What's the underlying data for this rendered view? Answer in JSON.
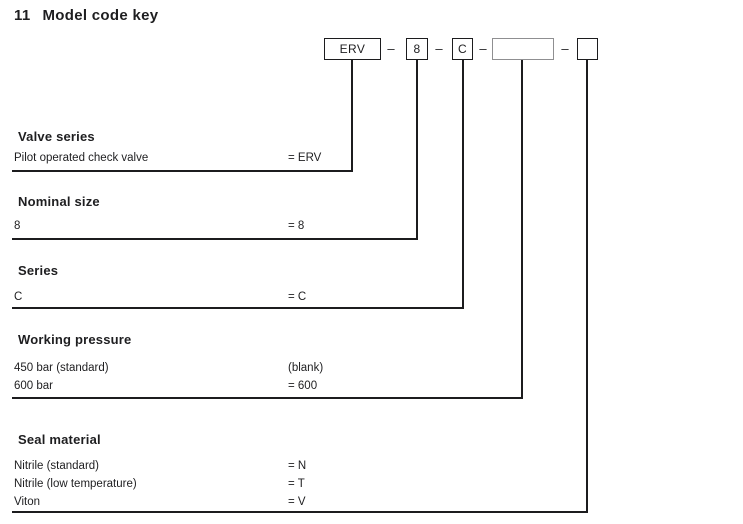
{
  "page": {
    "section_number": "11",
    "title": "Model code key"
  },
  "model_code": {
    "separator": "–",
    "boxes": [
      {
        "name": "valve-series",
        "label": "ERV",
        "filled": true
      },
      {
        "name": "nominal-size",
        "label": "8",
        "filled": true
      },
      {
        "name": "series",
        "label": "C",
        "filled": true
      },
      {
        "name": "working-pressure",
        "label": "",
        "filled": false
      },
      {
        "name": "seal-material",
        "label": "",
        "filled": false
      }
    ]
  },
  "sections": [
    {
      "heading": "Valve series",
      "rows": [
        {
          "label": "Pilot operated check valve",
          "value": "= ERV"
        }
      ]
    },
    {
      "heading": "Nominal size",
      "rows": [
        {
          "label": "8",
          "value": "= 8"
        }
      ]
    },
    {
      "heading": "Series",
      "rows": [
        {
          "label": "C",
          "value": "= C"
        }
      ]
    },
    {
      "heading": "Working pressure",
      "rows": [
        {
          "label": "450 bar (standard)",
          "value": "(blank)"
        },
        {
          "label": "600 bar",
          "value": "= 600"
        }
      ]
    },
    {
      "heading": "Seal material",
      "rows": [
        {
          "label": "Nitrile (standard)",
          "value": "= N"
        },
        {
          "label": "Nitrile (low temperature)",
          "value": "= T"
        },
        {
          "label": "Viton",
          "value": "= V"
        }
      ]
    }
  ],
  "colors": {
    "text": "#1e1e20",
    "line": "#1c1c1e",
    "blank_box_border": "#8f8f91",
    "background": "#ffffff"
  }
}
